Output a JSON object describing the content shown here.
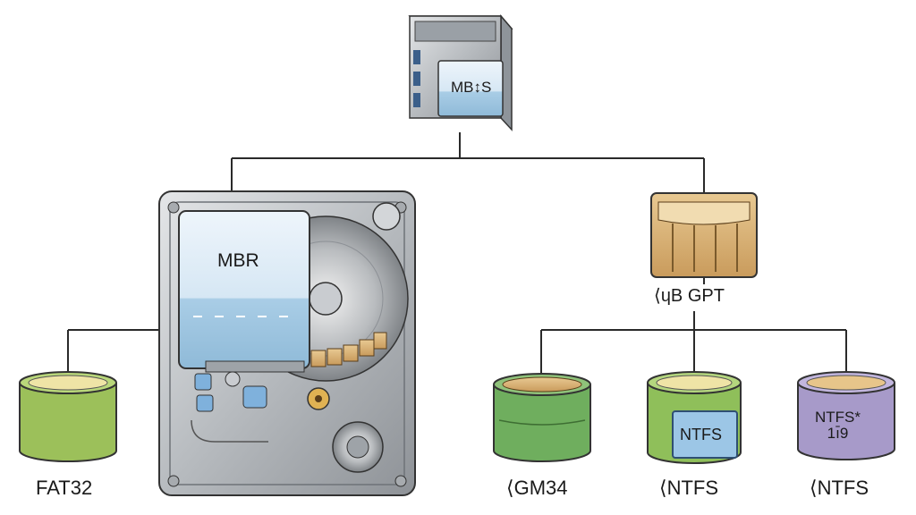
{
  "nodes": {
    "top_box": {
      "label": "MB↕S"
    },
    "mbr_drive": {
      "label": "MBR"
    },
    "gpt_block": {
      "label": "⟨ɥB GPT"
    },
    "fat32_cylinder": {
      "label": "FAT32",
      "color": "#9cc05a"
    },
    "gm34_cylinder": {
      "label": "⟨GM34",
      "color": "#6fae5e"
    },
    "ntfs_green_cylinder": {
      "label": "⟨NTFS",
      "inner_label": "NTFS",
      "color": "#8fbf5a"
    },
    "ntfs_purple_cylinder": {
      "label": "⟨NTFS",
      "inner_label_line1": "NTFS*",
      "inner_label_line2": "1ı̄9",
      "color": "#a79ac9"
    }
  },
  "colors": {
    "line": "#2a2a2a",
    "metal": "#bfc3c7",
    "glass": "#cfe3f2",
    "tan": "#d9b37a"
  }
}
